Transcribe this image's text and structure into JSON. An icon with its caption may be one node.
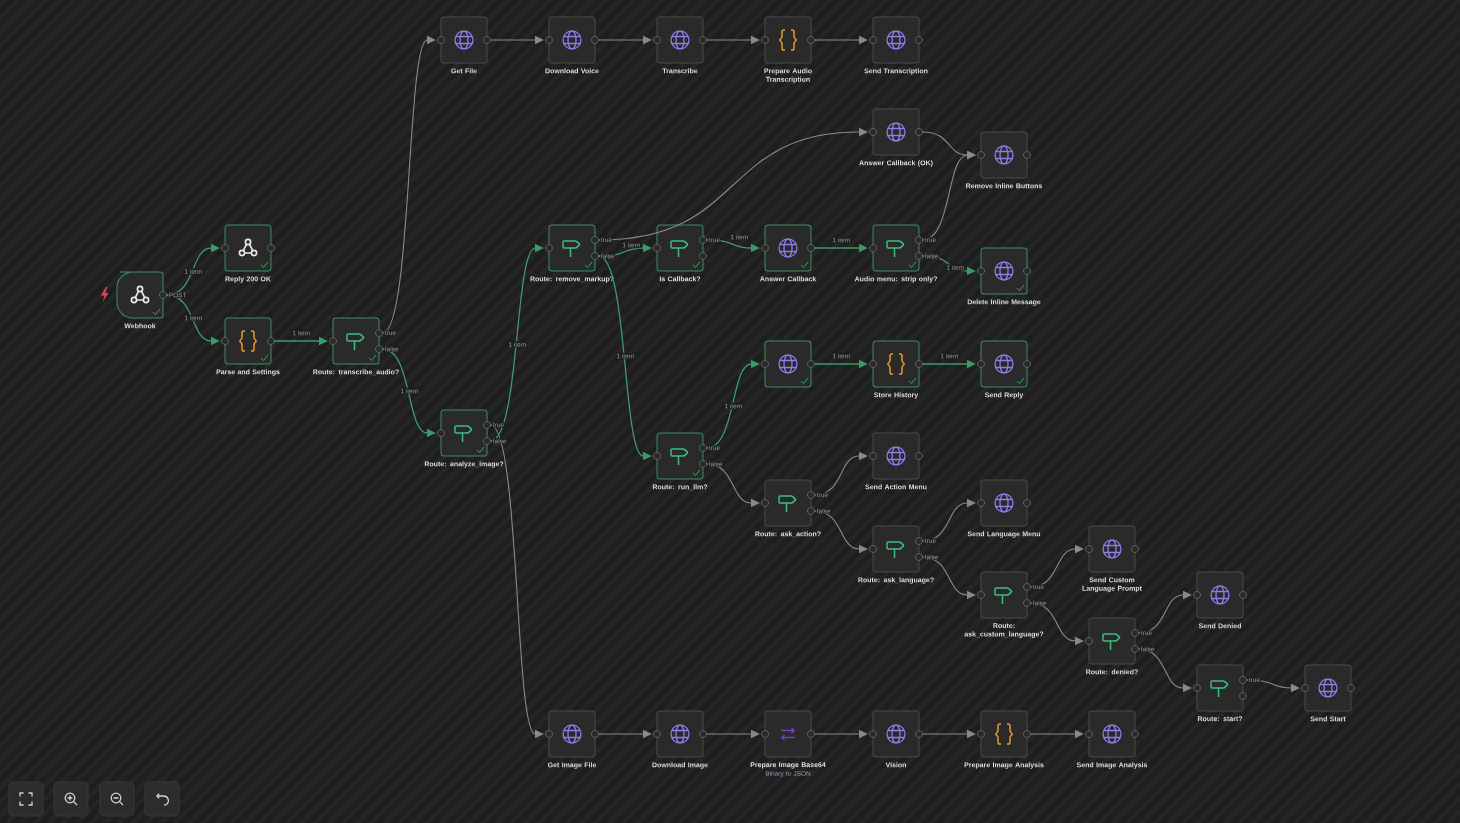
{
  "diagram": {
    "nodes": [
      {
        "text": [
          "Get File"
        ]
      },
      {
        "text": [
          "Download Voice"
        ]
      },
      {
        "text": [
          "Transcribe"
        ]
      },
      {
        "text": [
          "Prepare Audio Transcription"
        ]
      },
      {
        "text": [
          "Send Transcription"
        ]
      },
      {
        "text": [
          "Answer Callback (OK)"
        ]
      },
      {
        "text": [
          "Remove Inline Buttons"
        ]
      },
      {
        "text": [
          "Reply 200 OK"
        ]
      },
      {
        "text": [
          "Route: remove_markup?"
        ],
        "beside": [
          "true",
          "false"
        ]
      },
      {
        "text": [
          "Is Callback?"
        ],
        "beside": [
          "true"
        ]
      },
      {
        "text": [
          "Answer Callback"
        ]
      },
      {
        "text": [
          "Audio menu: strip only?"
        ],
        "beside": [
          "true",
          "false"
        ]
      },
      {
        "text": [
          "Delete Inline Message"
        ]
      },
      {
        "text": [
          "Webhook"
        ],
        "beside": [
          "POST"
        ]
      },
      {
        "text": [
          "Parse and Settings"
        ]
      },
      {
        "text": [
          "Route: transcribe_audio?"
        ],
        "beside": [
          "true",
          "false"
        ]
      },
      {
        "text": [],
        "shape": "box"
      },
      {
        "text": [
          "Store History"
        ]
      },
      {
        "text": [
          "Send Reply"
        ]
      },
      {
        "text": [
          "Route: analyze_image?"
        ],
        "beside": [
          "true",
          "false"
        ]
      },
      {
        "text": [
          "Route: run_llm?"
        ],
        "beside": [
          "true",
          "false"
        ]
      },
      {
        "text": [
          "Send Action Menu"
        ]
      },
      {
        "text": [
          "Route: ask_action?"
        ],
        "beside": [
          "true",
          "false"
        ]
      },
      {
        "text": [
          "Send Language Menu"
        ]
      },
      {
        "text": [
          "Route: ask_language?"
        ],
        "beside": [
          "true",
          "false"
        ]
      },
      {
        "text": [
          "Send Custom Language Prompt"
        ]
      },
      {
        "text": [
          "Route: ask_custom_language?"
        ],
        "beside": [
          "true",
          "false"
        ]
      },
      {
        "text": [
          "Send Denied"
        ]
      },
      {
        "text": [
          "Route: denied?"
        ],
        "beside": [
          "true",
          "false"
        ]
      },
      {
        "text": [
          "Route: start?"
        ],
        "beside": [
          "true"
        ]
      },
      {
        "text": [
          "Send Start"
        ]
      },
      {
        "text": [
          "Get Image File"
        ]
      },
      {
        "text": [
          "Download Image"
        ]
      },
      {
        "text": [
          "Prepare Image Base64",
          "Binary to JSON"
        ]
      },
      {
        "text": [
          "Vision"
        ]
      },
      {
        "text": [
          "Prepare Image Analysis"
        ]
      },
      {
        "text": [
          "Send Image Analysis"
        ]
      }
    ],
    "edges": [
      {
        "from": 13,
        "to": 7,
        "arrow": "to",
        "label": "1 item",
        "color": "#3d9a68"
      },
      {
        "from": 13,
        "to": 14,
        "arrow": "to",
        "label": "1 item",
        "color": "#3d9a68"
      },
      {
        "from": 14,
        "to": 15,
        "arrow": "to",
        "label": "1 item",
        "color": "#3d9a68"
      },
      {
        "from": 15,
        "to": 0,
        "arrow": "to"
      },
      {
        "from": 15,
        "to": 19,
        "arrow": "to",
        "label": "1 item",
        "color": "#3d9a68"
      },
      {
        "from": 0,
        "to": 1,
        "arrow": "to"
      },
      {
        "from": 1,
        "to": 2,
        "arrow": "to"
      },
      {
        "from": 2,
        "to": 3,
        "arrow": "to"
      },
      {
        "from": 3,
        "to": 4,
        "arrow": "to"
      },
      {
        "from": 19,
        "to": 31,
        "arrow": "to"
      },
      {
        "from": 19,
        "to": 8,
        "arrow": "to",
        "label": "1 item",
        "color": "#3d9a68"
      },
      {
        "from": 8,
        "to": 5,
        "arrow": "to"
      },
      {
        "from": 8,
        "to": 9,
        "arrow": "to",
        "label": "1 item",
        "color": "#3d9a68"
      },
      {
        "from": 8,
        "to": 20,
        "arrow": "to",
        "label": "1 item",
        "color": "#3d9a68"
      },
      {
        "from": 9,
        "to": 10,
        "arrow": "to",
        "label": "1 item",
        "color": "#3d9a68"
      },
      {
        "from": 10,
        "to": 11,
        "arrow": "to",
        "label": "1 item",
        "color": "#3d9a68"
      },
      {
        "from": 11,
        "to": 6,
        "arrow": "to"
      },
      {
        "from": 11,
        "to": 12,
        "arrow": "to",
        "label": "1 item",
        "color": "#3d9a68"
      },
      {
        "from": 5,
        "to": 6,
        "arrow": "to"
      },
      {
        "from": 20,
        "to": 16,
        "arrow": "to",
        "label": "1 item",
        "color": "#3d9a68"
      },
      {
        "from": 16,
        "to": 17,
        "arrow": "to",
        "label": "1 item",
        "color": "#3d9a68"
      },
      {
        "from": 17,
        "to": 18,
        "arrow": "to",
        "label": "1 item",
        "color": "#3d9a68"
      },
      {
        "from": 20,
        "to": 22,
        "arrow": "to"
      },
      {
        "from": 22,
        "to": 21,
        "arrow": "to"
      },
      {
        "from": 22,
        "to": 24,
        "arrow": "to"
      },
      {
        "from": 24,
        "to": 23,
        "arrow": "to"
      },
      {
        "from": 24,
        "to": 26,
        "arrow": "to"
      },
      {
        "from": 26,
        "to": 25,
        "arrow": "to"
      },
      {
        "from": 26,
        "to": 28,
        "arrow": "to"
      },
      {
        "from": 28,
        "to": 27,
        "arrow": "to"
      },
      {
        "from": 28,
        "to": 29,
        "arrow": "to"
      },
      {
        "from": 29,
        "to": 30,
        "arrow": "to"
      },
      {
        "from": 31,
        "to": 32,
        "arrow": "to"
      },
      {
        "from": 32,
        "to": 33,
        "arrow": "to"
      },
      {
        "from": 33,
        "to": 34,
        "arrow": "to"
      },
      {
        "from": 34,
        "to": 35,
        "arrow": "to"
      },
      {
        "from": 35,
        "to": 36,
        "arrow": "to"
      }
    ]
  }
}
